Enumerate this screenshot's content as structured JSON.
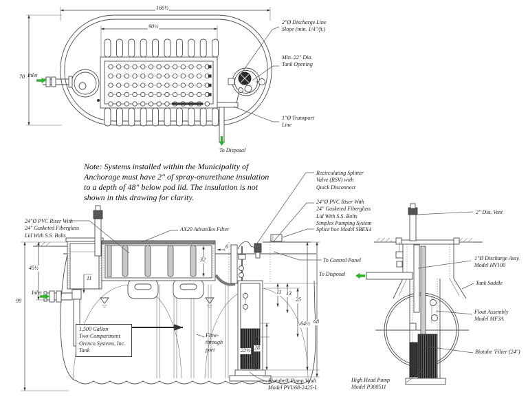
{
  "note": "Note: Systems installed within the Municipality of\nAnchorage must have 2\" of spray-onurethane  insulation\n to a depth of 48\" below pod lid. The insulation is not\nshown in this drawing for clarity.",
  "colors": {
    "line": "#4a4a4a",
    "accent_green": "#2db52d",
    "background": "#ffffff",
    "dark_fill": "#1d1d1d"
  },
  "plan_view": {
    "dims": {
      "overall": "166½",
      "filter": "90½",
      "height": "70"
    },
    "labels": {
      "inlet": "Inlet",
      "discharge": "2\"Ø Discharge Line\nSlope (min. 1/4\"/ft.)",
      "opening": "Min. 22\" Dia.\nTank Opening",
      "transport": "1\"Ø Transport\nLine",
      "disposal": "To Disposal"
    }
  },
  "side_view": {
    "labels": {
      "riser_left": "24\"Ø PVC Riser With\n24\" Gasketed Fiberglass\nLid With S.S. Bolts",
      "advantex": "AX20 AdvanTex Filter",
      "rsv": "Recirculating Splitter\nValve (RSV) with\nQuick Disconnect",
      "riser_right": "24\"Ø PVC Riser With\n24\" Gasketed Fiberglass\nLid With S.S. Bolts\nSimplex Pumping System",
      "splice": "Splice box Model SBEX4",
      "control": "To Control Panel",
      "inlet": "Inlet",
      "tank": "1,500 Gallon\nTwo-Compartment\nOrenco Systems, Inc.\nTank",
      "flow": "Flow-\nthrough\nport",
      "vault": "Biotube® Pump Vault\nModel PVU68-2425-L"
    },
    "dims": {
      "d45": "45½",
      "d99": "99",
      "d11a": "11",
      "d32": "32",
      "d6": "6",
      "d11b": "11",
      "d13": "13",
      "d25": "25",
      "d22": "22½",
      "d28": "28",
      "d64": "64½",
      "d68": "68"
    }
  },
  "end_view": {
    "labels": {
      "vent": "2\" Dia. Vent",
      "discharge_assy": "1\"Ø  Discharge Assy.\nModel HV100",
      "saddle": "Tank Saddle",
      "float": "Float Assembly\nModel MF3A",
      "biotube": "Biotube 'Filter (24\")",
      "pump": "High Head Pump\nModel P300511",
      "disposal": "To Disposal"
    }
  }
}
